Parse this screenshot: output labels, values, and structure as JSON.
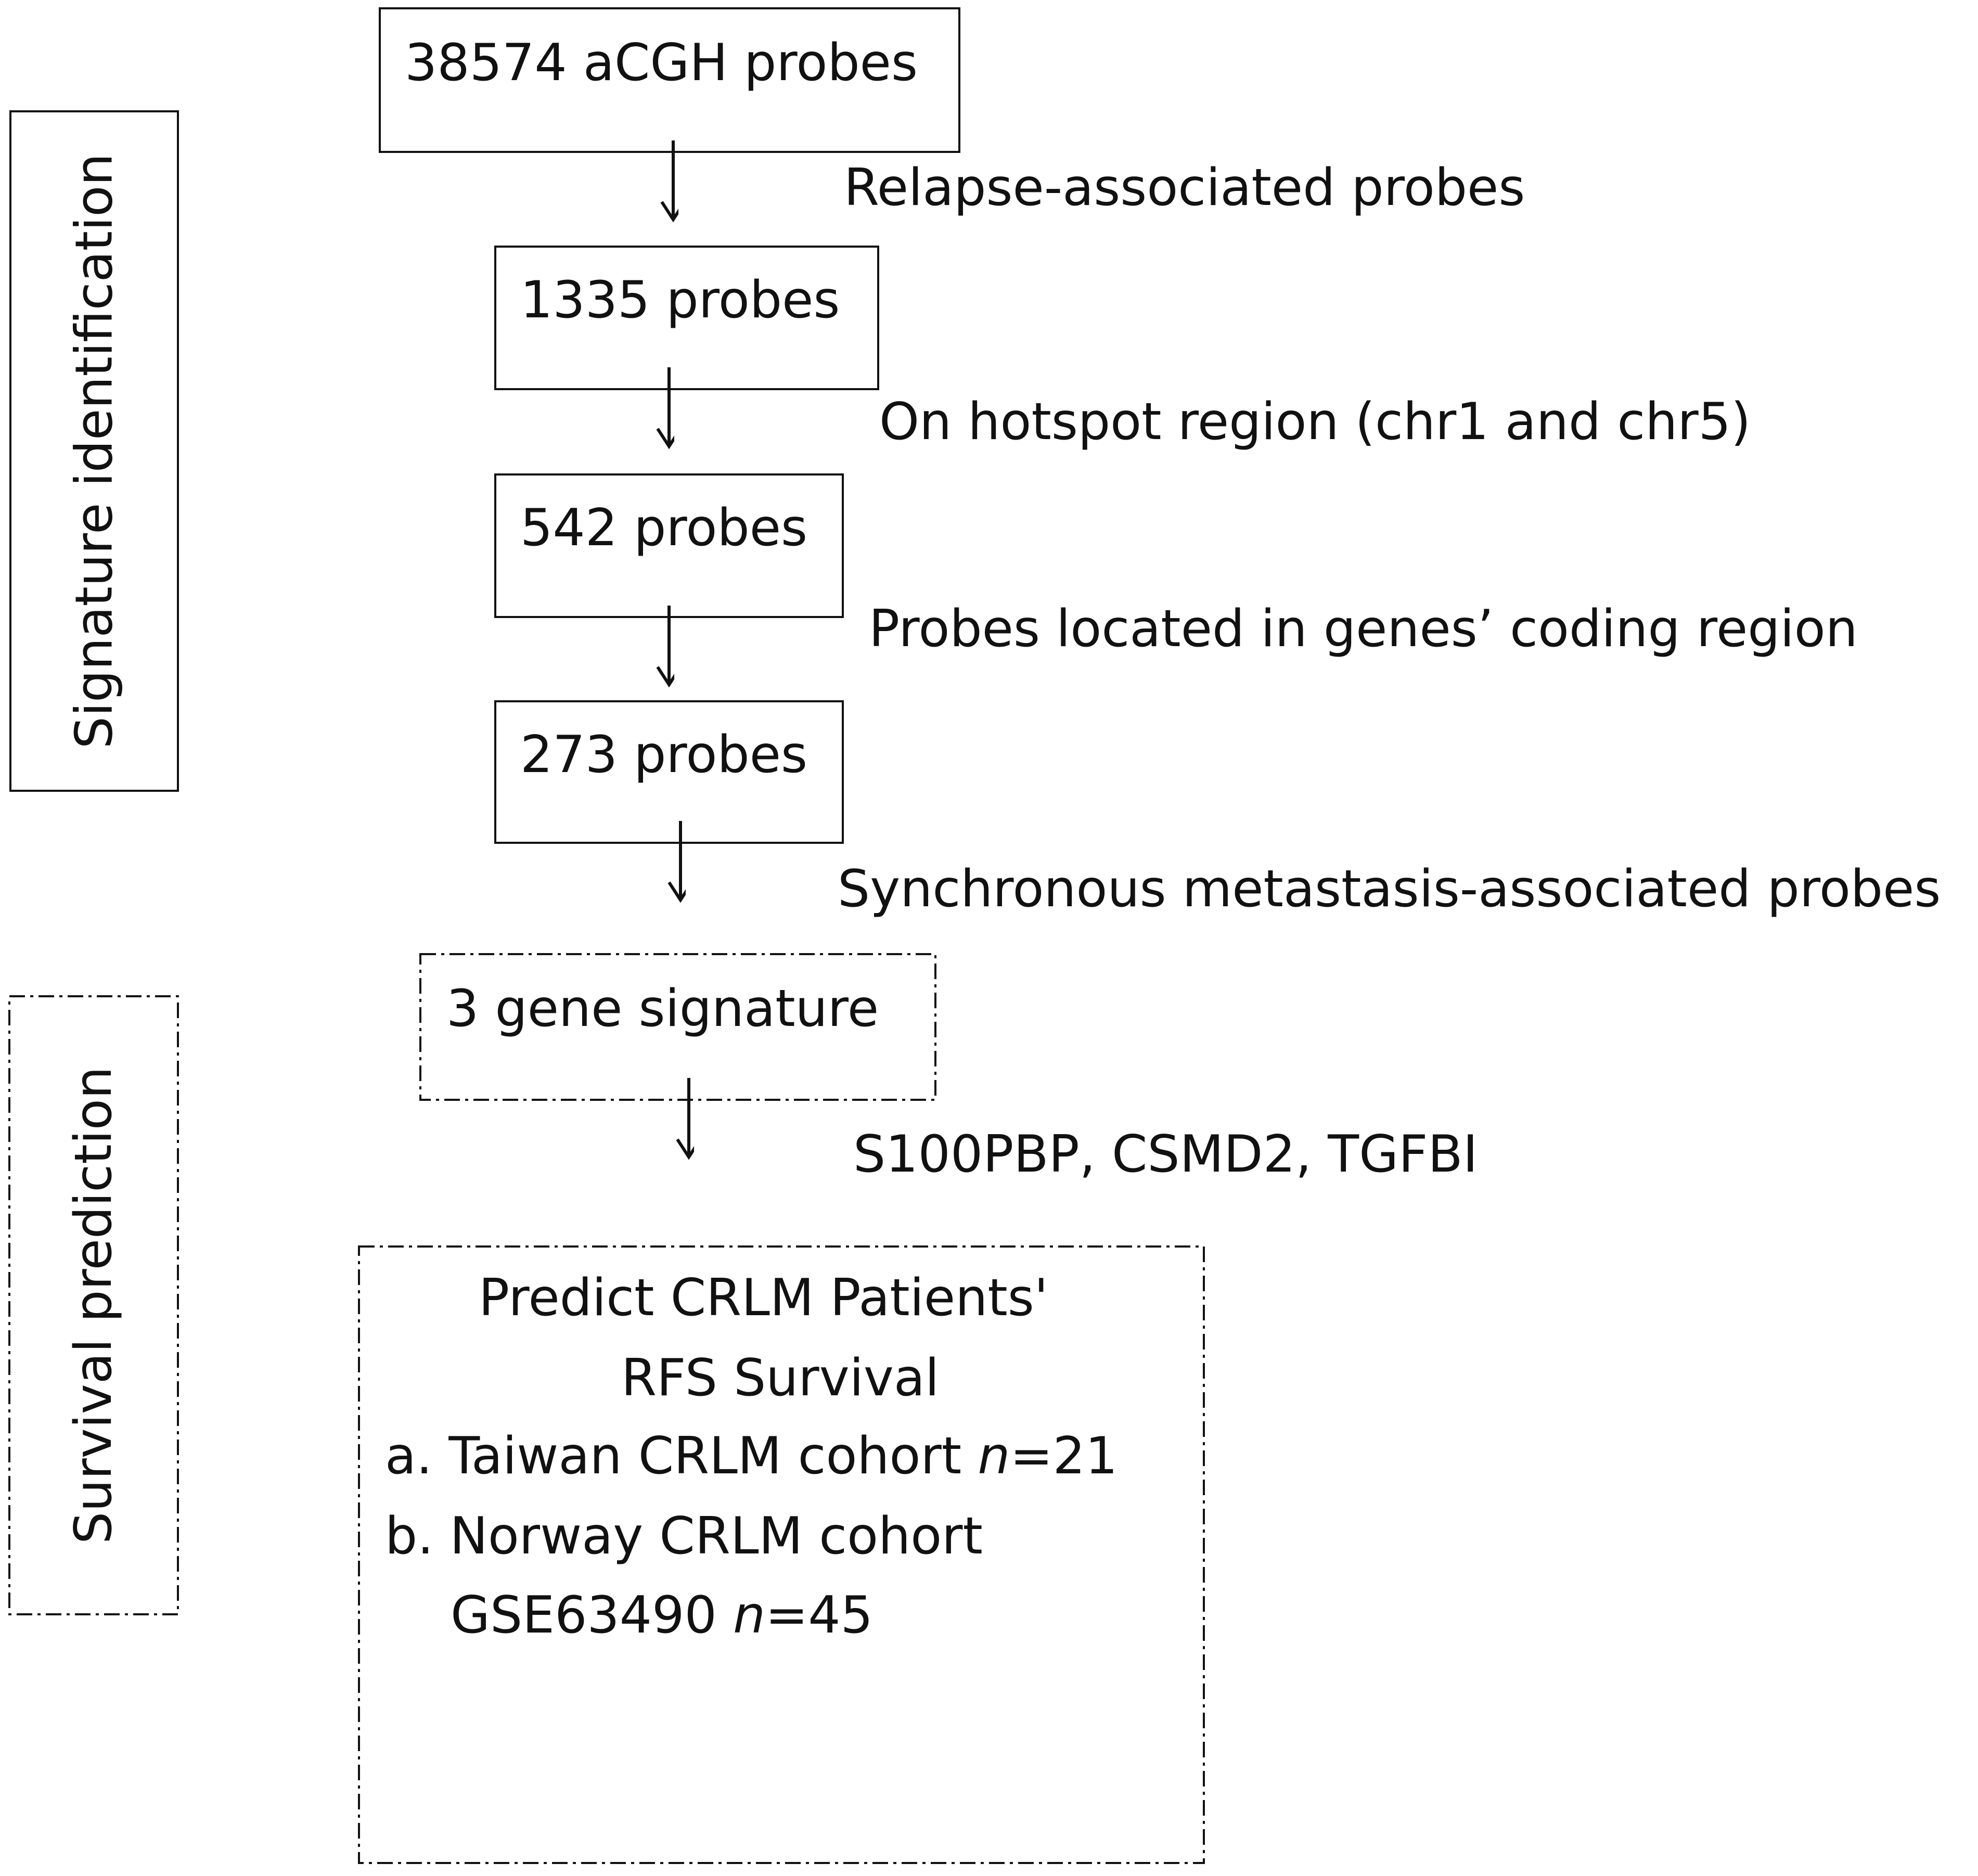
{
  "sections": {
    "signature_identification": "Signature identification",
    "survival_prediction": "Survival prediction"
  },
  "steps": {
    "s1": "38574 aCGH probes",
    "s2": "1335 probes",
    "s3": "542 probes",
    "s4": "273 probes",
    "s5": "3 gene signature"
  },
  "filters": {
    "f1": "Relapse-associated probes",
    "f2": "On hotspot region (chr1 and chr5)",
    "f3": "Probes located in genes’ coding region",
    "f4": "Synchronous metastasis-associated probes",
    "f5": "S100PBP, CSMD2, TGFBI"
  },
  "prediction": {
    "title_line1": "Predict CRLM Patients'",
    "title_line2": "RFS Survival",
    "a_prefix": "a. Taiwan CRLM cohort ",
    "a_n": "n",
    "a_value": "=21",
    "b_line1": "b. Norway CRLM cohort",
    "b_prefix": "GSE63490 ",
    "b_n": "n",
    "b_value": "=45"
  }
}
